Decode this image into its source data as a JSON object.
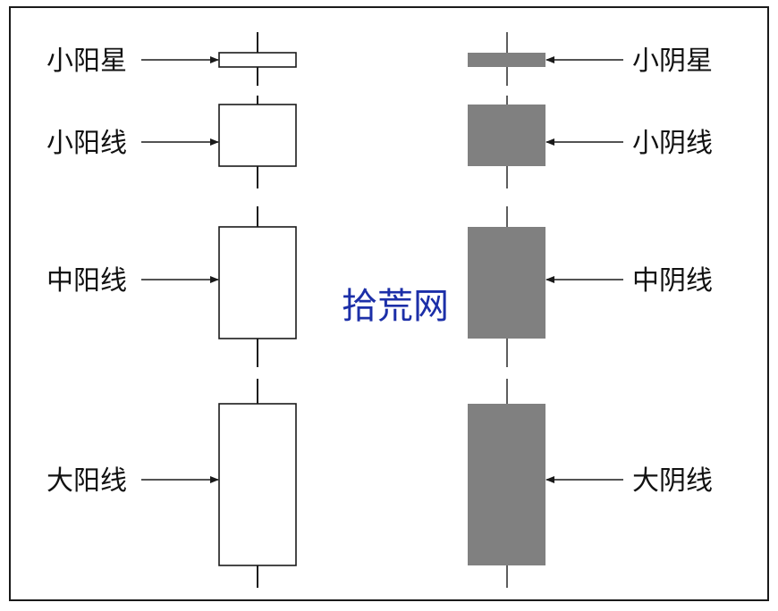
{
  "colors": {
    "yang_fill": "#ffffff",
    "yin_fill": "#808080",
    "stroke": "#1a1a1a",
    "watermark": "#1c2fa8"
  },
  "watermark": "拾荒网",
  "left_column": [
    {
      "label": "小阳星",
      "kind": "yang"
    },
    {
      "label": "小阳线",
      "kind": "yang"
    },
    {
      "label": "中阳线",
      "kind": "yang"
    },
    {
      "label": "大阳线",
      "kind": "yang"
    }
  ],
  "right_column": [
    {
      "label": "小阴星",
      "kind": "yin"
    },
    {
      "label": "小阴线",
      "kind": "yin"
    },
    {
      "label": "中阴线",
      "kind": "yin"
    },
    {
      "label": "大阴线",
      "kind": "yin"
    }
  ]
}
